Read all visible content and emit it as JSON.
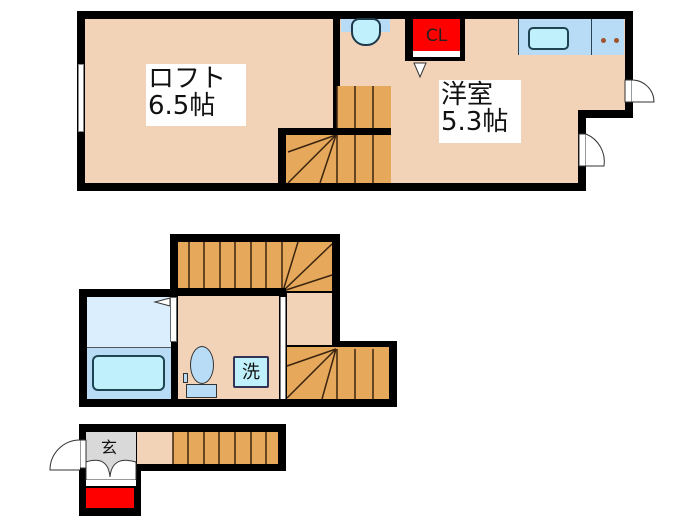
{
  "colors": {
    "floor": "#f2d3b8",
    "wall": "#000000",
    "stair": "#e6a85a",
    "fixture_blue": "#b9dcf6",
    "closet_red": "#ff0000",
    "entrance_gray": "#d9d9d9"
  },
  "upper_floor": {
    "loft": {
      "name": "ロフト",
      "size": "6.5帖"
    },
    "western_room": {
      "name": "洋室",
      "size": "5.3帖"
    },
    "closet": {
      "label": "CL"
    }
  },
  "middle_floor": {
    "washer": {
      "label": "洗"
    }
  },
  "ground_floor": {
    "entrance": {
      "label": "玄"
    }
  }
}
